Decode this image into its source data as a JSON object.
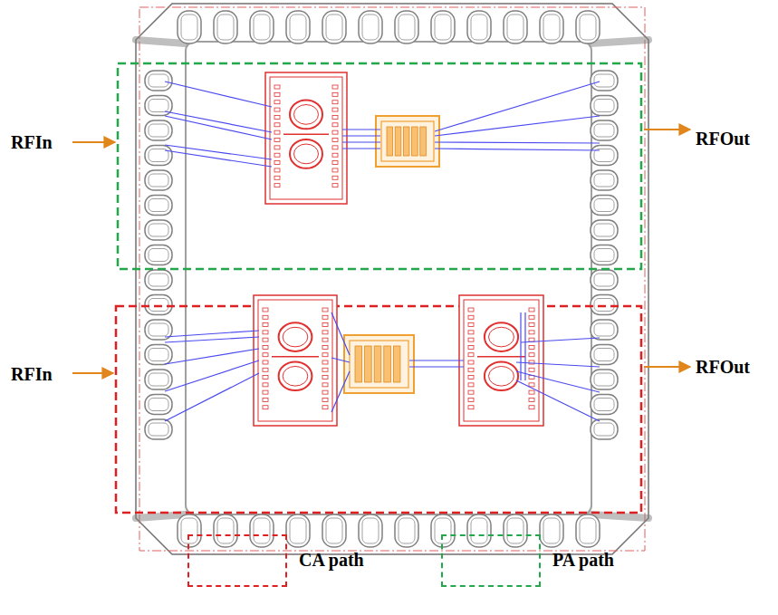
{
  "diagram": {
    "labels": [
      "RFIn",
      "RFOut",
      "RFIn",
      "RFOut"
    ],
    "legend": [
      {
        "text": "CA path"
      },
      {
        "text": "PA path"
      }
    ]
  }
}
